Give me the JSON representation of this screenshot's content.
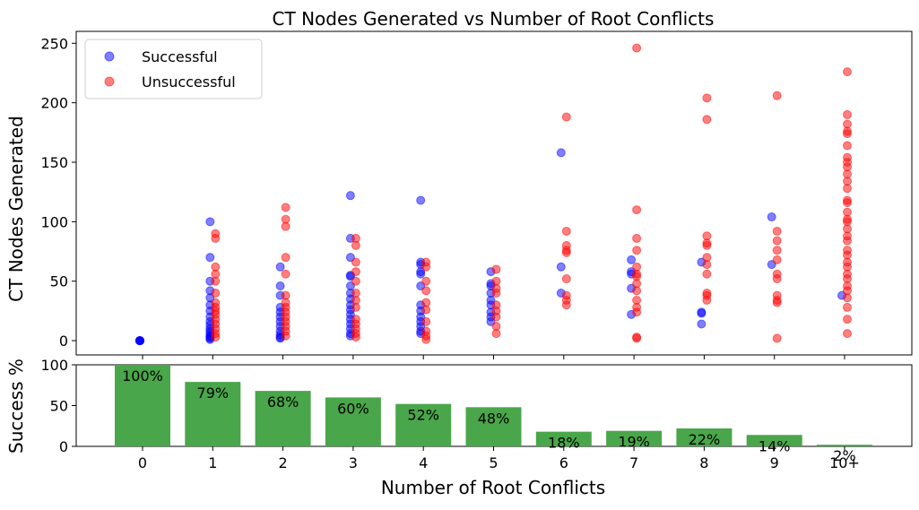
{
  "chart_data": [
    {
      "type": "scatter",
      "title": "CT Nodes Generated vs Number of Root Conflicts",
      "xlabel": "",
      "ylabel": "CT Nodes Generated",
      "categories": [
        "0",
        "1",
        "2",
        "3",
        "4",
        "5",
        "6",
        "7",
        "8",
        "9",
        "10+"
      ],
      "ylim": [
        -12,
        260
      ],
      "yticks": [
        0,
        50,
        100,
        150,
        200,
        250
      ],
      "grid": false,
      "legend_position": "top-left",
      "series": [
        {
          "name": "Successful",
          "color": "#0000ff",
          "points": [
            [
              0,
              0
            ],
            [
              0,
              0
            ],
            [
              0,
              0
            ],
            [
              0,
              0
            ],
            [
              0,
              0
            ],
            [
              0,
              0
            ],
            [
              1,
              100
            ],
            [
              1,
              70
            ],
            [
              1,
              50
            ],
            [
              1,
              42
            ],
            [
              1,
              36
            ],
            [
              1,
              30
            ],
            [
              1,
              25
            ],
            [
              1,
              20
            ],
            [
              1,
              16
            ],
            [
              1,
              13
            ],
            [
              1,
              10
            ],
            [
              1,
              8
            ],
            [
              1,
              6
            ],
            [
              1,
              4
            ],
            [
              1,
              3
            ],
            [
              1,
              2
            ],
            [
              1,
              1
            ],
            [
              2,
              62
            ],
            [
              2,
              46
            ],
            [
              2,
              38
            ],
            [
              2,
              28
            ],
            [
              2,
              24
            ],
            [
              2,
              20
            ],
            [
              2,
              16
            ],
            [
              2,
              12
            ],
            [
              2,
              8
            ],
            [
              2,
              5
            ],
            [
              2,
              3
            ],
            [
              2,
              2
            ],
            [
              3,
              122
            ],
            [
              3,
              86
            ],
            [
              3,
              70
            ],
            [
              3,
              55
            ],
            [
              3,
              54
            ],
            [
              3,
              46
            ],
            [
              3,
              40
            ],
            [
              3,
              35
            ],
            [
              3,
              30
            ],
            [
              3,
              26
            ],
            [
              3,
              22
            ],
            [
              3,
              18
            ],
            [
              3,
              14
            ],
            [
              3,
              10
            ],
            [
              3,
              6
            ],
            [
              3,
              4
            ],
            [
              4,
              118
            ],
            [
              4,
              66
            ],
            [
              4,
              64
            ],
            [
              4,
              58
            ],
            [
              4,
              56
            ],
            [
              4,
              46
            ],
            [
              4,
              30
            ],
            [
              4,
              25
            ],
            [
              4,
              20
            ],
            [
              4,
              16
            ],
            [
              4,
              12
            ],
            [
              4,
              8
            ],
            [
              4,
              6
            ],
            [
              5,
              58
            ],
            [
              5,
              48
            ],
            [
              5,
              46
            ],
            [
              5,
              40
            ],
            [
              5,
              34
            ],
            [
              5,
              30
            ],
            [
              5,
              24
            ],
            [
              5,
              20
            ],
            [
              5,
              16
            ],
            [
              6,
              158
            ],
            [
              6,
              62
            ],
            [
              6,
              40
            ],
            [
              7,
              68
            ],
            [
              7,
              58
            ],
            [
              7,
              56
            ],
            [
              7,
              44
            ],
            [
              7,
              22
            ],
            [
              8,
              66
            ],
            [
              8,
              24
            ],
            [
              8,
              23
            ],
            [
              8,
              14
            ],
            [
              9,
              104
            ],
            [
              9,
              64
            ],
            [
              10,
              38
            ]
          ]
        },
        {
          "name": "Unsuccessful",
          "color": "#ff0000",
          "points": [
            [
              1,
              90
            ],
            [
              1,
              86
            ],
            [
              1,
              62
            ],
            [
              1,
              56
            ],
            [
              1,
              50
            ],
            [
              1,
              40
            ],
            [
              1,
              32
            ],
            [
              1,
              28
            ],
            [
              1,
              25
            ],
            [
              1,
              22
            ],
            [
              1,
              18
            ],
            [
              1,
              14
            ],
            [
              1,
              10
            ],
            [
              1,
              6
            ],
            [
              1,
              3
            ],
            [
              2,
              112
            ],
            [
              2,
              102
            ],
            [
              2,
              96
            ],
            [
              2,
              70
            ],
            [
              2,
              56
            ],
            [
              2,
              38
            ],
            [
              2,
              32
            ],
            [
              2,
              28
            ],
            [
              2,
              24
            ],
            [
              2,
              20
            ],
            [
              2,
              16
            ],
            [
              2,
              12
            ],
            [
              2,
              8
            ],
            [
              2,
              4
            ],
            [
              3,
              86
            ],
            [
              3,
              80
            ],
            [
              3,
              66
            ],
            [
              3,
              58
            ],
            [
              3,
              50
            ],
            [
              3,
              40
            ],
            [
              3,
              34
            ],
            [
              3,
              28
            ],
            [
              3,
              18
            ],
            [
              3,
              14
            ],
            [
              3,
              10
            ],
            [
              3,
              6
            ],
            [
              3,
              3
            ],
            [
              4,
              66
            ],
            [
              4,
              62
            ],
            [
              4,
              50
            ],
            [
              4,
              42
            ],
            [
              4,
              32
            ],
            [
              4,
              26
            ],
            [
              4,
              16
            ],
            [
              4,
              8
            ],
            [
              4,
              4
            ],
            [
              4,
              1
            ],
            [
              5,
              60
            ],
            [
              5,
              50
            ],
            [
              5,
              44
            ],
            [
              5,
              40
            ],
            [
              5,
              30
            ],
            [
              5,
              25
            ],
            [
              5,
              20
            ],
            [
              5,
              12
            ],
            [
              5,
              6
            ],
            [
              6,
              188
            ],
            [
              6,
              92
            ],
            [
              6,
              80
            ],
            [
              6,
              76
            ],
            [
              6,
              74
            ],
            [
              6,
              52
            ],
            [
              6,
              38
            ],
            [
              6,
              34
            ],
            [
              6,
              30
            ],
            [
              7,
              246
            ],
            [
              7,
              110
            ],
            [
              7,
              86
            ],
            [
              7,
              76
            ],
            [
              7,
              62
            ],
            [
              7,
              56
            ],
            [
              7,
              54
            ],
            [
              7,
              48
            ],
            [
              7,
              42
            ],
            [
              7,
              34
            ],
            [
              7,
              28
            ],
            [
              7,
              24
            ],
            [
              7,
              3
            ],
            [
              7,
              2
            ],
            [
              8,
              204
            ],
            [
              8,
              186
            ],
            [
              8,
              88
            ],
            [
              8,
              82
            ],
            [
              8,
              80
            ],
            [
              8,
              70
            ],
            [
              8,
              64
            ],
            [
              8,
              56
            ],
            [
              8,
              40
            ],
            [
              8,
              38
            ],
            [
              8,
              34
            ],
            [
              9,
              206
            ],
            [
              9,
              92
            ],
            [
              9,
              84
            ],
            [
              9,
              76
            ],
            [
              9,
              68
            ],
            [
              9,
              56
            ],
            [
              9,
              52
            ],
            [
              9,
              38
            ],
            [
              9,
              34
            ],
            [
              9,
              32
            ],
            [
              9,
              2
            ],
            [
              10,
              226
            ],
            [
              10,
              190
            ],
            [
              10,
              182
            ],
            [
              10,
              176
            ],
            [
              10,
              174
            ],
            [
              10,
              164
            ],
            [
              10,
              154
            ],
            [
              10,
              150
            ],
            [
              10,
              146
            ],
            [
              10,
              140
            ],
            [
              10,
              134
            ],
            [
              10,
              128
            ],
            [
              10,
              118
            ],
            [
              10,
              116
            ],
            [
              10,
              108
            ],
            [
              10,
              102
            ],
            [
              10,
              100
            ],
            [
              10,
              94
            ],
            [
              10,
              88
            ],
            [
              10,
              84
            ],
            [
              10,
              76
            ],
            [
              10,
              72
            ],
            [
              10,
              66
            ],
            [
              10,
              62
            ],
            [
              10,
              56
            ],
            [
              10,
              52
            ],
            [
              10,
              46
            ],
            [
              10,
              42
            ],
            [
              10,
              36
            ],
            [
              10,
              28
            ],
            [
              10,
              18
            ],
            [
              10,
              6
            ]
          ]
        }
      ]
    },
    {
      "type": "bar",
      "title": "",
      "xlabel": "Number of Root Conflicts",
      "ylabel": "Success %",
      "categories": [
        "0",
        "1",
        "2",
        "3",
        "4",
        "5",
        "6",
        "7",
        "8",
        "9",
        "10+"
      ],
      "values": [
        100,
        79,
        68,
        60,
        52,
        48,
        18,
        19,
        22,
        14,
        2
      ],
      "data_labels": [
        "100%",
        "79%",
        "68%",
        "60%",
        "52%",
        "48%",
        "18%",
        "19%",
        "22%",
        "14%",
        "2%"
      ],
      "ylim": [
        0,
        100
      ],
      "yticks": [
        0,
        50,
        100
      ],
      "color": "#4aa64a",
      "grid": false
    }
  ]
}
